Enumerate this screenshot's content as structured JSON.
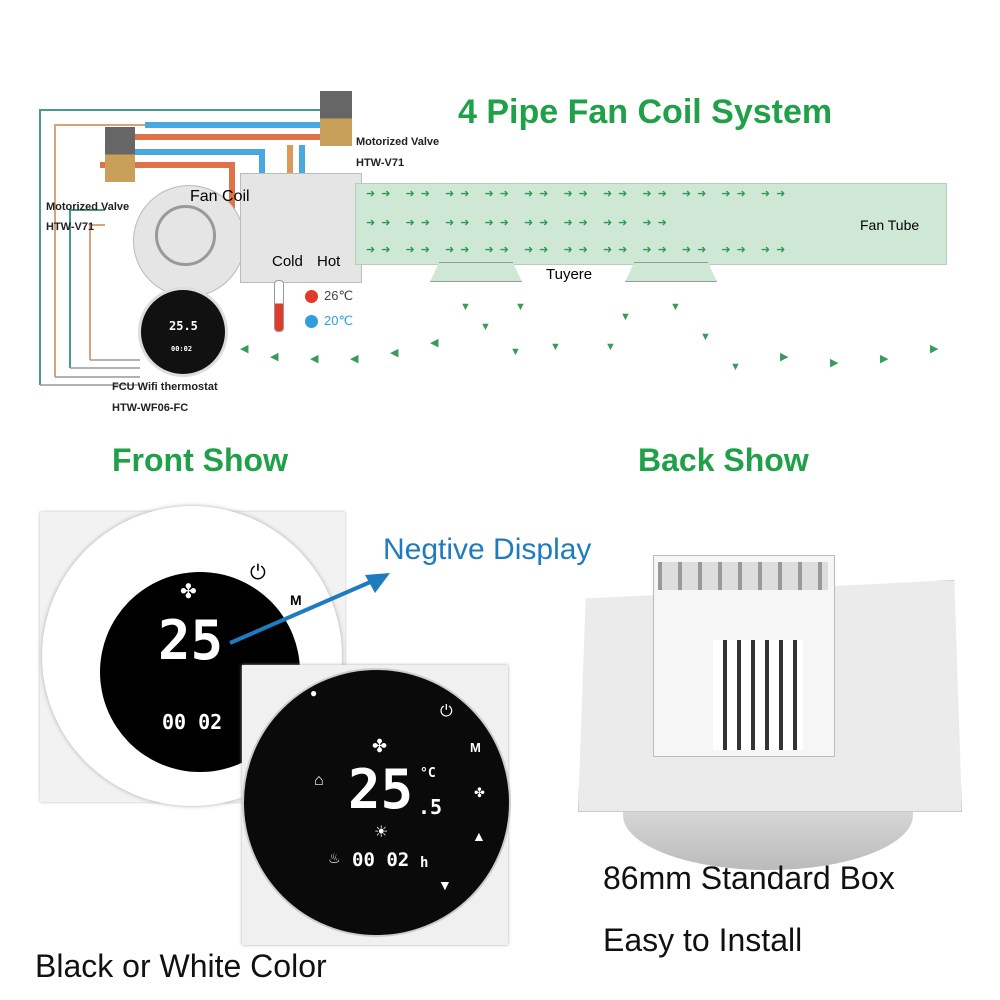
{
  "diagram": {
    "title": "4 Pipe Fan Coil System",
    "valve_left": {
      "name": "Motorized Valve",
      "model": "HTW-V71"
    },
    "valve_right": {
      "name": "Motorized Valve",
      "model": "HTW-V71"
    },
    "fan_coil": "Fan Coil",
    "cold": "Cold",
    "hot": "Hot",
    "fan_tube": "Fan Tube",
    "tuyere": "Tuyere",
    "temp_hot": "26℃",
    "temp_cold": "20℃",
    "thermostat": {
      "name": "FCU Wifi thermostat",
      "model": "HTW-WF06-FC"
    }
  },
  "front_show": "Front Show",
  "back_show": "Back Show",
  "negative_display": "Negtive Display",
  "display": {
    "temp": "25",
    "decimal": ".5",
    "unit": "°C",
    "time": "00 02",
    "time_unit": "h",
    "buttons": {
      "mode": "M"
    }
  },
  "mini_display": {
    "temp": "25.5",
    "time": "00:02"
  },
  "features": {
    "box": "86mm Standard Box",
    "install": "Easy to Install",
    "color": "Black or White Color"
  },
  "colors": {
    "green": "#21a04a",
    "blue": "#1e7bc0",
    "hot": "#e03a2a",
    "cold": "#2e9ee0"
  }
}
